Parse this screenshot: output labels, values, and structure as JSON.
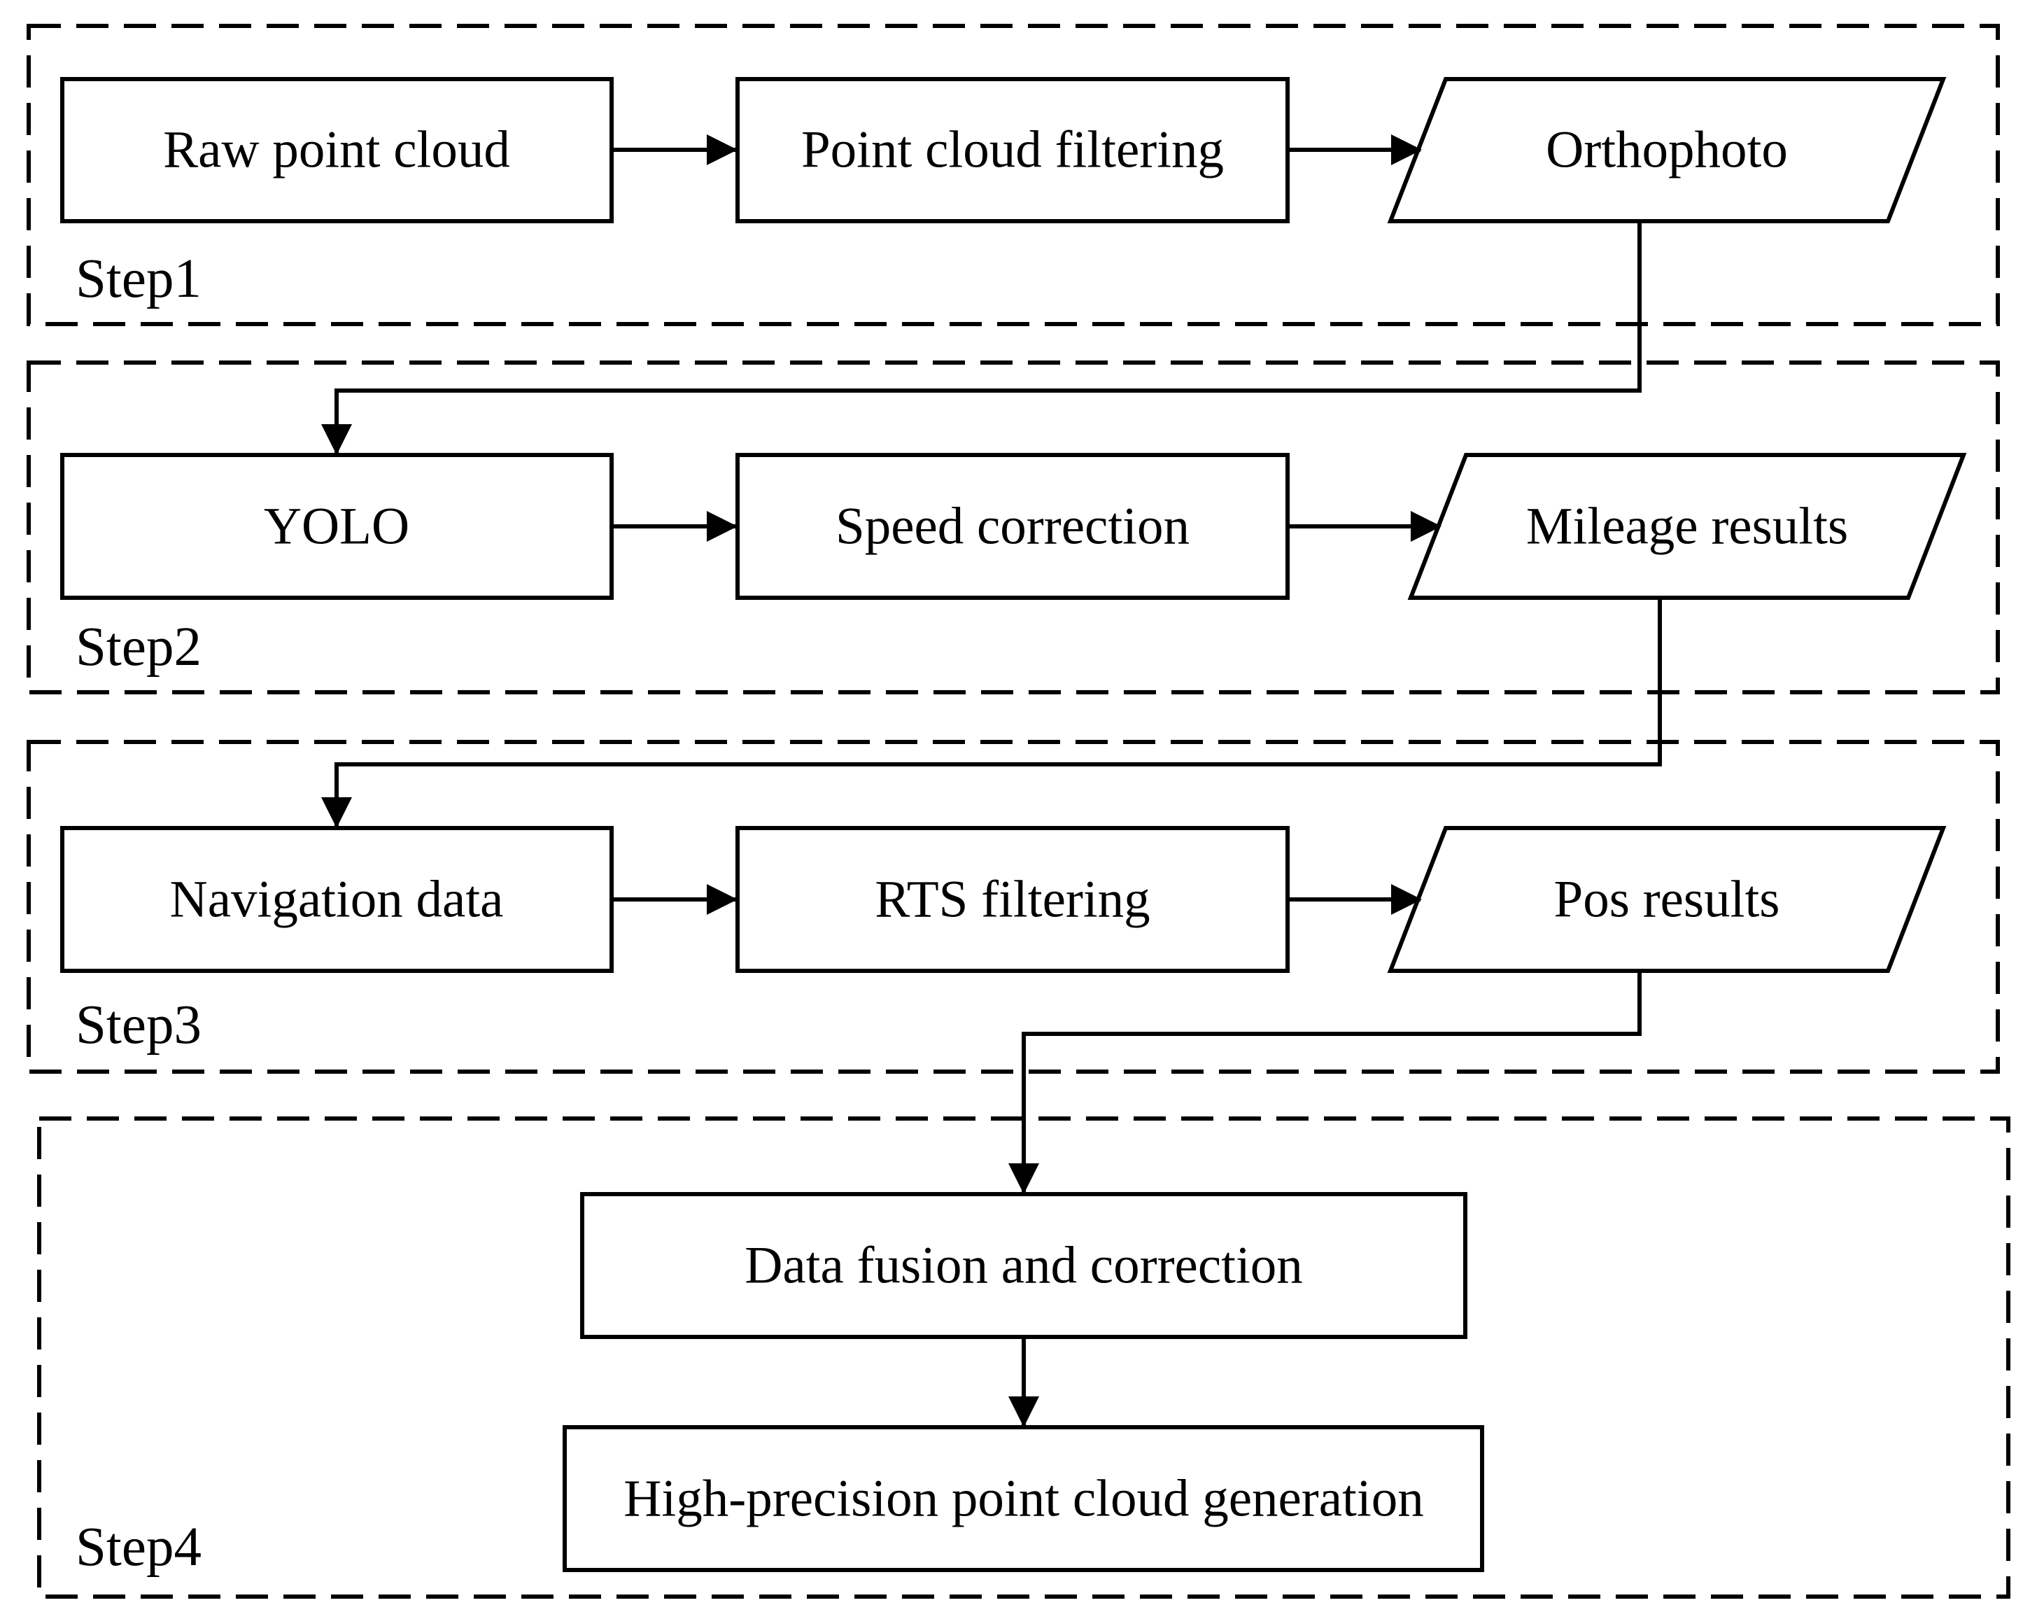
{
  "diagram": {
    "steps": [
      {
        "label": "Step1",
        "nodes": [
          {
            "label": "Raw point cloud",
            "shape": "process"
          },
          {
            "label": "Point cloud filtering",
            "shape": "process"
          },
          {
            "label": "Orthophoto",
            "shape": "data"
          }
        ]
      },
      {
        "label": "Step2",
        "nodes": [
          {
            "label": "YOLO",
            "shape": "process"
          },
          {
            "label": "Speed correction",
            "shape": "process"
          },
          {
            "label": "Mileage results",
            "shape": "data"
          }
        ]
      },
      {
        "label": "Step3",
        "nodes": [
          {
            "label": "Navigation data",
            "shape": "process"
          },
          {
            "label": "RTS filtering",
            "shape": "process"
          },
          {
            "label": "Pos results",
            "shape": "data"
          }
        ]
      },
      {
        "label": "Step4",
        "nodes": [
          {
            "label": "Data fusion and correction",
            "shape": "process"
          },
          {
            "label": "High-precision point cloud generation",
            "shape": "process"
          }
        ]
      }
    ],
    "colors": {
      "stroke": "#000000",
      "fill": "#ffffff"
    }
  }
}
